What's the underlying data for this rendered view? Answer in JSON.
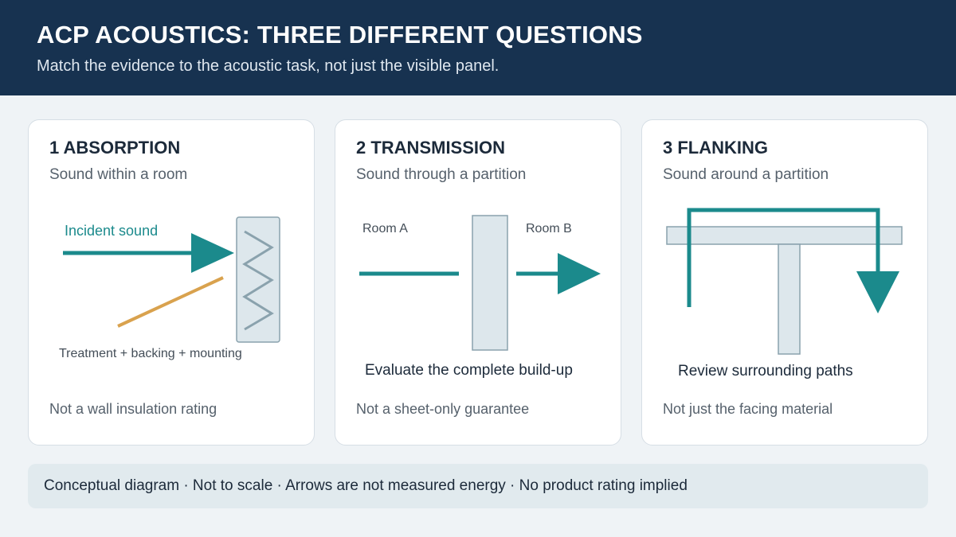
{
  "header": {
    "title": "ACP ACOUSTICS: THREE DIFFERENT QUESTIONS",
    "subtitle": "Match the evidence to the acoustic task, not just the visible panel."
  },
  "colors": {
    "header_bg": "#173250",
    "arrow_teal": "#1b8a8c",
    "reflection_orange": "#d9a24e",
    "partition_fill": "#dde7ec",
    "partition_stroke": "#8aa2ad"
  },
  "cards": [
    {
      "title": "1 ABSORPTION",
      "subtitle": "Sound within a room",
      "diagram": {
        "incident_label": "Incident sound",
        "treatment_label": "Treatment + backing + mounting"
      },
      "footer": "Not a wall insulation rating"
    },
    {
      "title": "2 TRANSMISSION",
      "subtitle": "Sound through a partition",
      "diagram": {
        "room_a_label": "Room A",
        "room_b_label": "Room B",
        "caption": "Evaluate the complete build-up"
      },
      "footer": "Not a sheet-only guarantee"
    },
    {
      "title": "3 FLANKING",
      "subtitle": "Sound around a partition",
      "diagram": {
        "caption": "Review surrounding paths"
      },
      "footer": "Not just the facing material"
    }
  ],
  "footer_note": "Conceptual diagram · Not to scale · Arrows are not measured energy · No product rating implied"
}
